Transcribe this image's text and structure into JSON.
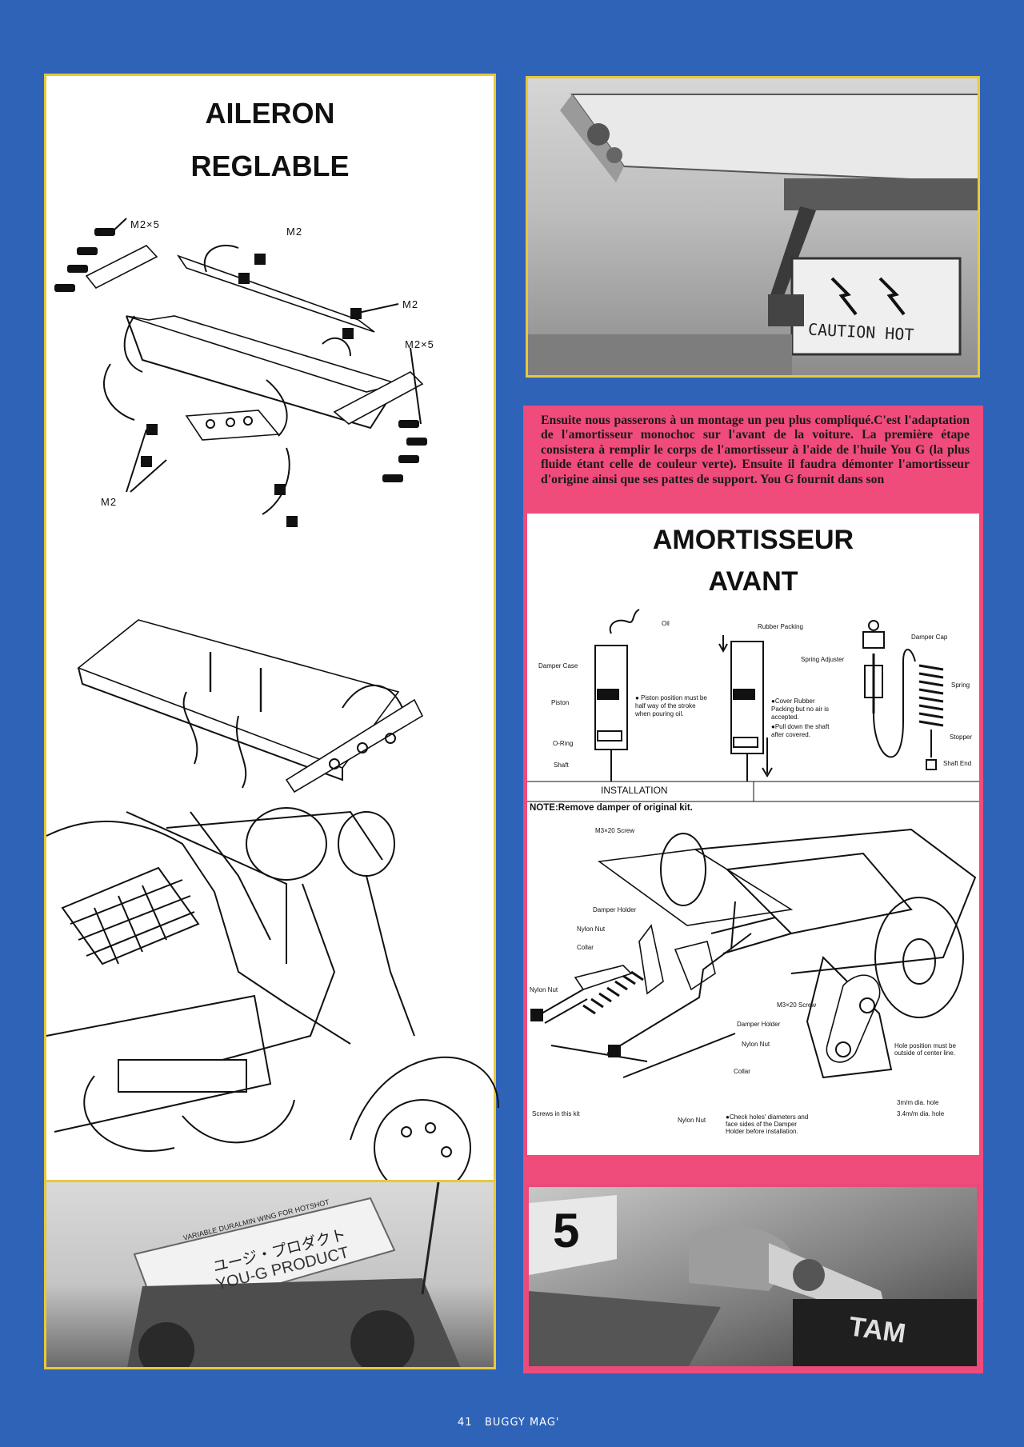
{
  "left_panel": {
    "title_line1": "AILERON",
    "title_line2": "REGLABLE",
    "labels": {
      "m2x5_top": "M2×5",
      "m2_top": "M2",
      "m2_right": "M2",
      "m2x5_right": "M2×5",
      "m2_bottom": "M2"
    }
  },
  "photo_top_right": {
    "sign_text": "CAUTION HOT"
  },
  "photo_bottom_left": {
    "wing_line1": "VARIABLE DURALMIN WING FOR HOTSHOT",
    "wing_line2": "ユージ・プロダクト",
    "wing_line3": "YOU-G PRODUCT"
  },
  "photo_bottom_right": {
    "car_number": "5",
    "brand_text": "TAM"
  },
  "article": {
    "paragraph": "Ensuite nous passerons à un montage un peu plus compliqué.C'est l'adaptation de l'amortisseur monochoc sur l'avant de la voiture. La première étape consistera à remplir le corps de l'amortisseur à l'aide de l'huile You G (la plus fluide étant celle de couleur verte). Ensuite il faudra démonter l'amortisseur d'origine ainsi que ses pattes de support. You G fournit dans son"
  },
  "right_diagram": {
    "title_line1": "AMORTISSEUR",
    "title_line2": "AVANT",
    "top_labels": {
      "oil": "Oil",
      "rubber_packing": "Rubber Packing",
      "damper_cap": "Damper Cap",
      "spring_adjuster": "Spring Adjuster",
      "damper_case": "Damper Case",
      "spring": "Spring",
      "piston": "Piston",
      "piston_note": "● Piston position must be half way of the stroke when pouring oil.",
      "cover_note": "●Cover Rubber Packing but no air is accepted.",
      "pull_note": "●Pull down the shaft after covered.",
      "stopper": "Stopper",
      "o_ring": "O-Ring",
      "shaft": "Shaft",
      "shaft_end": "Shaft End"
    },
    "installation": "INSTALLATION",
    "note": "NOTE:Remove damper of original kit.",
    "install_labels": {
      "m3x20_screw_top": "M3×20 Screw",
      "damper_holder_1": "Damper Holder",
      "nylon_nut_1": "Nylon Nut",
      "collar_1": "Collar",
      "nylon_nut_2": "Nylon Nut",
      "m3x20_screw_right": "M3×20 Screw",
      "damper_holder_2": "Damper Holder",
      "nylon_nut_3": "Nylon Nut",
      "collar_2": "Collar",
      "hole_position": "Hole position must be outside of center line.",
      "hole_3mm": "3m/m dia. hole",
      "hole_34mm": "3.4m/m dia. hole",
      "screws_in_kit": "Screws in this kit",
      "nylon_nut_4": "Nylon Nut",
      "check_note": "●Check holes' diameters and face sides of the Damper Holder before installation."
    }
  },
  "footer": {
    "page_number": "41",
    "magazine": "BUGGY MAG'"
  }
}
